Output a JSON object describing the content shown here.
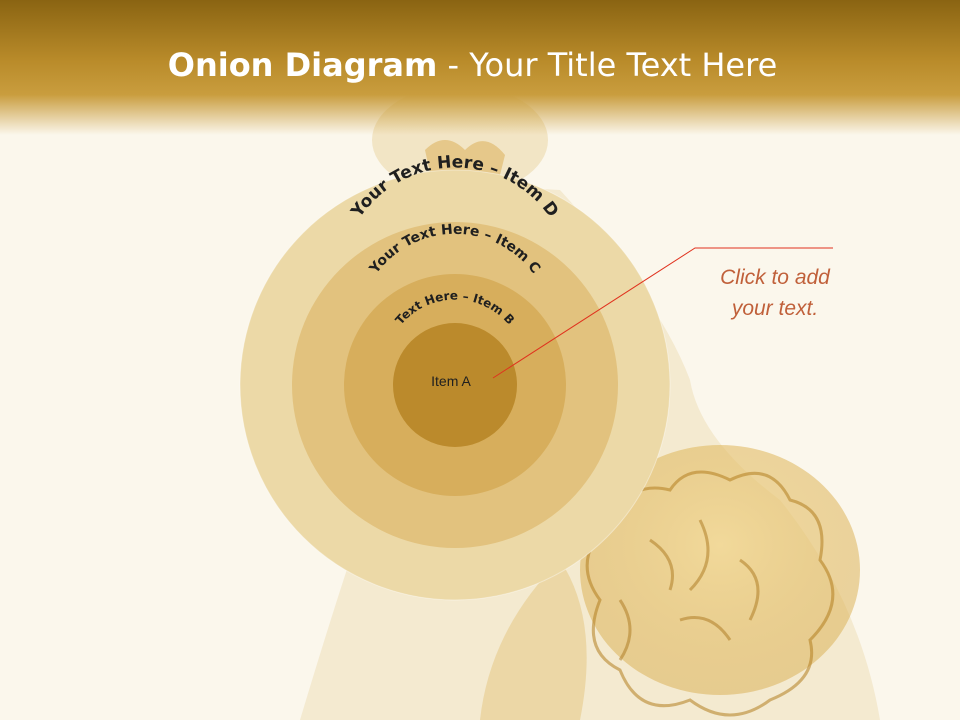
{
  "title": {
    "bold": "Onion Diagram",
    "rest": " - Your Title Text Here"
  },
  "onion": {
    "layers": [
      {
        "label": "Your Text Here – Item D",
        "color": "#ecd9a7"
      },
      {
        "label": "Your Text Here – Item C",
        "color": "#e2c27e"
      },
      {
        "label": "Text Here – Item B",
        "color": "#d7ae5c"
      },
      {
        "label": "Item A",
        "color": "#bb8a2c"
      }
    ]
  },
  "callout": {
    "line1": "Click  to add",
    "line2": "your text.",
    "color": "#c0603a"
  },
  "colors": {
    "header": "#b98b2a",
    "pointer": "#e0321e",
    "label_text": "#1f1f1f"
  }
}
